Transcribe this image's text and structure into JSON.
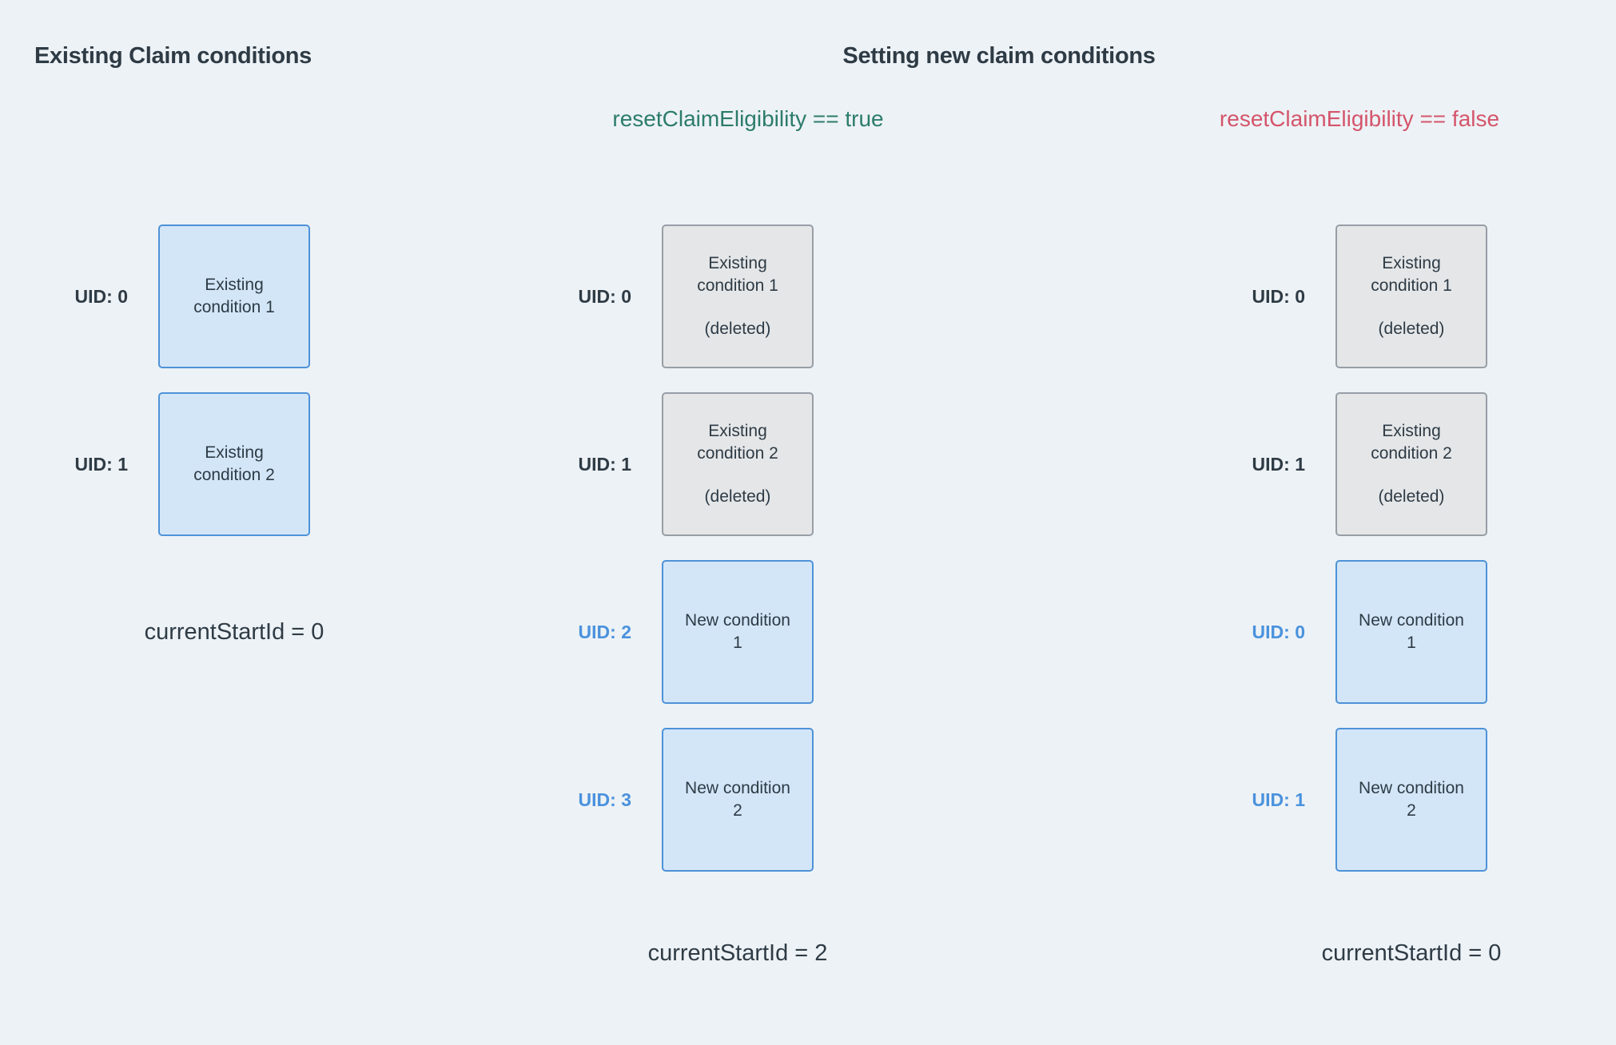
{
  "headings": {
    "existing": "Existing Claim conditions",
    "setting": "Setting new claim conditions"
  },
  "scenarios": {
    "true_label": "resetClaimEligibility == true",
    "false_label": "resetClaimEligibility == false"
  },
  "columns": {
    "existing": {
      "boxes": [
        {
          "uid": "UID: 0",
          "title": "Existing condition 1",
          "state": "existing"
        },
        {
          "uid": "UID: 1",
          "title": "Existing condition 2",
          "state": "existing"
        }
      ],
      "current_start_id": "currentStartId = 0"
    },
    "reset_true": {
      "boxes": [
        {
          "uid": "UID: 0",
          "title": "Existing condition 1",
          "note": "(deleted)",
          "state": "deleted"
        },
        {
          "uid": "UID: 1",
          "title": "Existing condition 2",
          "note": "(deleted)",
          "state": "deleted"
        },
        {
          "uid": "UID: 2",
          "title": "New condition 1",
          "state": "new"
        },
        {
          "uid": "UID: 3",
          "title": "New condition 2",
          "state": "new"
        }
      ],
      "current_start_id": "currentStartId = 2"
    },
    "reset_false": {
      "boxes": [
        {
          "uid": "UID: 0",
          "title": "Existing condition 1",
          "note": "(deleted)",
          "state": "deleted"
        },
        {
          "uid": "UID: 1",
          "title": "Existing condition 2",
          "note": "(deleted)",
          "state": "deleted"
        },
        {
          "uid": "UID: 0",
          "title": "New condition 1",
          "state": "new"
        },
        {
          "uid": "UID: 1",
          "title": "New condition 2",
          "state": "new"
        }
      ],
      "current_start_id": "currentStartId = 0"
    }
  },
  "colors": {
    "background": "#edf2f6",
    "heading_text": "#2e3b45",
    "true_label": "#2c7c6b",
    "false_label": "#d4556b",
    "uid_blue": "#4a92dd",
    "box_blue_fill": "#d3e6f8",
    "box_blue_border": "#4e92d8",
    "box_gray_fill": "#e4e6e8",
    "box_gray_border": "#979ea5"
  }
}
